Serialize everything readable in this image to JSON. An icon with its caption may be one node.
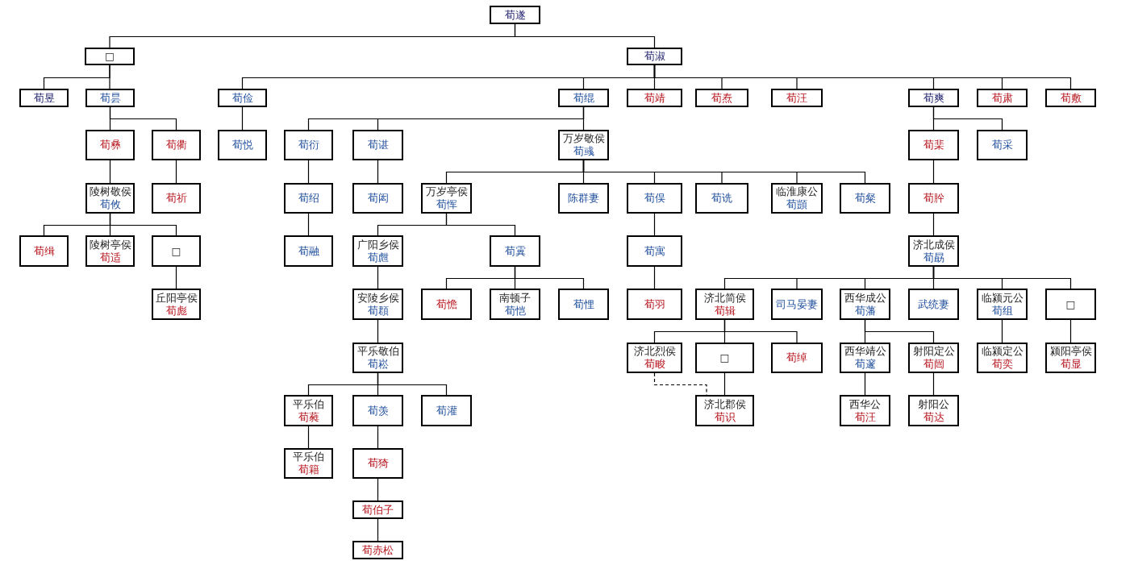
{
  "diagram": {
    "nodes": [
      {
        "text": [
          "荀遂"
        ]
      },
      {
        "text": [
          "□"
        ]
      },
      {
        "text": [
          "荀淑"
        ]
      },
      {
        "text": [
          "荀昱"
        ]
      },
      {
        "text": [
          "荀昙"
        ]
      },
      {
        "text": [
          "荀俭"
        ]
      },
      {
        "text": [
          "荀绲"
        ]
      },
      {
        "text": [
          "荀靖"
        ]
      },
      {
        "text": [
          "荀焘"
        ]
      },
      {
        "text": [
          "荀汪"
        ]
      },
      {
        "text": [
          "荀爽"
        ]
      },
      {
        "text": [
          "荀肃"
        ]
      },
      {
        "text": [
          "荀敷"
        ]
      },
      {
        "text": [
          "荀彝"
        ]
      },
      {
        "text": [
          "荀衢"
        ]
      },
      {
        "text": [
          "荀悦"
        ]
      },
      {
        "text": [
          "荀衍"
        ]
      },
      {
        "text": [
          "荀谌"
        ]
      },
      {
        "text": [
          "万岁敬侯",
          "荀彧"
        ]
      },
      {
        "text": [
          "荀棐"
        ]
      },
      {
        "text": [
          "荀采"
        ]
      },
      {
        "text": [
          "陵树敬侯",
          "荀攸"
        ]
      },
      {
        "text": [
          "荀祈"
        ]
      },
      {
        "text": [
          "荀绍"
        ]
      },
      {
        "text": [
          "荀闳"
        ]
      },
      {
        "text": [
          "万岁亭侯",
          "荀恽"
        ]
      },
      {
        "text": [
          "陈群妻"
        ]
      },
      {
        "text": [
          "荀俣"
        ]
      },
      {
        "text": [
          "荀诜"
        ]
      },
      {
        "text": [
          "临淮康公",
          "荀顗"
        ]
      },
      {
        "text": [
          "荀粲"
        ]
      },
      {
        "text": [
          "荀肸"
        ]
      },
      {
        "text": [
          "荀缉"
        ]
      },
      {
        "text": [
          "陵树亭侯",
          "荀适"
        ]
      },
      {
        "text": [
          "□"
        ]
      },
      {
        "text": [
          "荀融"
        ]
      },
      {
        "text": [
          "广阳乡侯",
          "荀甝"
        ]
      },
      {
        "text": [
          "荀霬"
        ]
      },
      {
        "text": [
          "荀寓"
        ]
      },
      {
        "text": [
          "济北成侯",
          "荀勗"
        ]
      },
      {
        "text": [
          "丘阳亭侯",
          "荀彪"
        ]
      },
      {
        "text": [
          "安陵乡侯",
          "荀頵"
        ]
      },
      {
        "text": [
          "荀憺"
        ]
      },
      {
        "text": [
          "南顿子",
          "荀恺"
        ]
      },
      {
        "text": [
          "荀悝"
        ]
      },
      {
        "text": [
          "荀羽"
        ]
      },
      {
        "text": [
          "济北简侯",
          "荀辑"
        ]
      },
      {
        "text": [
          "司马晏妻"
        ]
      },
      {
        "text": [
          "西华成公",
          "荀藩"
        ]
      },
      {
        "text": [
          "武统妻"
        ]
      },
      {
        "text": [
          "临颍元公",
          "荀组"
        ]
      },
      {
        "text": [
          "□"
        ]
      },
      {
        "text": [
          "平乐敬伯",
          "荀崧"
        ]
      },
      {
        "text": [
          "济北烈侯",
          "荀畯"
        ]
      },
      {
        "text": [
          "□"
        ]
      },
      {
        "text": [
          "荀绰"
        ]
      },
      {
        "text": [
          "西华靖公",
          "荀邃"
        ]
      },
      {
        "text": [
          "射阳定公",
          "荀闿"
        ]
      },
      {
        "text": [
          "临颍定公",
          "荀奕"
        ]
      },
      {
        "text": [
          "颍阳亭侯",
          "荀显"
        ]
      },
      {
        "text": [
          "平乐伯",
          "荀蕤"
        ]
      },
      {
        "text": [
          "荀羡"
        ]
      },
      {
        "text": [
          "荀灌"
        ]
      },
      {
        "text": [
          "济北郡侯",
          "荀识"
        ]
      },
      {
        "text": [
          "西华公",
          "荀汪"
        ]
      },
      {
        "text": [
          "射阳公",
          "荀达"
        ]
      },
      {
        "text": [
          "平乐伯",
          "荀籍"
        ]
      },
      {
        "text": [
          "荀猗"
        ]
      },
      {
        "text": [
          "荀伯子"
        ]
      },
      {
        "text": [
          "荀赤松"
        ]
      }
    ],
    "edges": [
      {
        "from": 0,
        "to": 1,
        "arrow": "none"
      },
      {
        "from": 0,
        "to": 2,
        "arrow": "none"
      },
      {
        "from": 1,
        "to": 3,
        "arrow": "none"
      },
      {
        "from": 1,
        "to": 4,
        "arrow": "none"
      },
      {
        "from": 2,
        "to": 5,
        "arrow": "none"
      },
      {
        "from": 2,
        "to": 6,
        "arrow": "none"
      },
      {
        "from": 2,
        "to": 7,
        "arrow": "none"
      },
      {
        "from": 2,
        "to": 8,
        "arrow": "none"
      },
      {
        "from": 2,
        "to": 9,
        "arrow": "none"
      },
      {
        "from": 2,
        "to": 10,
        "arrow": "none"
      },
      {
        "from": 2,
        "to": 11,
        "arrow": "none"
      },
      {
        "from": 2,
        "to": 12,
        "arrow": "none"
      },
      {
        "from": 4,
        "to": 13,
        "arrow": "none"
      },
      {
        "from": 4,
        "to": 14,
        "arrow": "none"
      },
      {
        "from": 5,
        "to": 15,
        "arrow": "none"
      },
      {
        "from": 6,
        "to": 16,
        "arrow": "none"
      },
      {
        "from": 6,
        "to": 17,
        "arrow": "none"
      },
      {
        "from": 6,
        "to": 18,
        "arrow": "none"
      },
      {
        "from": 10,
        "to": 19,
        "arrow": "none"
      },
      {
        "from": 10,
        "to": 20,
        "arrow": "none"
      },
      {
        "from": 13,
        "to": 21,
        "arrow": "none"
      },
      {
        "from": 14,
        "to": 22,
        "arrow": "none"
      },
      {
        "from": 16,
        "to": 23,
        "arrow": "none"
      },
      {
        "from": 17,
        "to": 24,
        "arrow": "none"
      },
      {
        "from": 18,
        "to": 25,
        "arrow": "none"
      },
      {
        "from": 18,
        "to": 26,
        "arrow": "none"
      },
      {
        "from": 18,
        "to": 27,
        "arrow": "none"
      },
      {
        "from": 18,
        "to": 28,
        "arrow": "none"
      },
      {
        "from": 18,
        "to": 29,
        "arrow": "none"
      },
      {
        "from": 18,
        "to": 30,
        "arrow": "none"
      },
      {
        "from": 19,
        "to": 31,
        "arrow": "none"
      },
      {
        "from": 21,
        "to": 32,
        "arrow": "none"
      },
      {
        "from": 21,
        "to": 33,
        "arrow": "none"
      },
      {
        "from": 21,
        "to": 34,
        "arrow": "none"
      },
      {
        "from": 23,
        "to": 35,
        "arrow": "none"
      },
      {
        "from": 25,
        "to": 36,
        "arrow": "none"
      },
      {
        "from": 25,
        "to": 37,
        "arrow": "none"
      },
      {
        "from": 27,
        "to": 38,
        "arrow": "none"
      },
      {
        "from": 31,
        "to": 39,
        "arrow": "none"
      },
      {
        "from": 34,
        "to": 40,
        "arrow": "none"
      },
      {
        "from": 36,
        "to": 41,
        "arrow": "none"
      },
      {
        "from": 37,
        "to": 42,
        "arrow": "none"
      },
      {
        "from": 37,
        "to": 43,
        "arrow": "none"
      },
      {
        "from": 37,
        "to": 44,
        "arrow": "none"
      },
      {
        "from": 38,
        "to": 45,
        "arrow": "none"
      },
      {
        "from": 39,
        "to": 46,
        "arrow": "none"
      },
      {
        "from": 39,
        "to": 47,
        "arrow": "none"
      },
      {
        "from": 39,
        "to": 48,
        "arrow": "none"
      },
      {
        "from": 39,
        "to": 49,
        "arrow": "none"
      },
      {
        "from": 39,
        "to": 50,
        "arrow": "none"
      },
      {
        "from": 39,
        "to": 51,
        "arrow": "none"
      },
      {
        "from": 41,
        "to": 52,
        "arrow": "none"
      },
      {
        "from": 46,
        "to": 53,
        "arrow": "none"
      },
      {
        "from": 46,
        "to": 54,
        "arrow": "none"
      },
      {
        "from": 46,
        "to": 55,
        "arrow": "none"
      },
      {
        "from": 48,
        "to": 56,
        "arrow": "none"
      },
      {
        "from": 48,
        "to": 57,
        "arrow": "none"
      },
      {
        "from": 50,
        "to": 58,
        "arrow": "none"
      },
      {
        "from": 51,
        "to": 59,
        "arrow": "none"
      },
      {
        "from": 52,
        "to": 60,
        "arrow": "none"
      },
      {
        "from": 52,
        "to": 61,
        "arrow": "none"
      },
      {
        "from": 52,
        "to": 62,
        "arrow": "none"
      },
      {
        "from": 54,
        "to": 63,
        "arrow": "none"
      },
      {
        "from": 53,
        "to": 63,
        "arrow": "none",
        "style": "dashed"
      },
      {
        "from": 56,
        "to": 64,
        "arrow": "none"
      },
      {
        "from": 57,
        "to": 65,
        "arrow": "none"
      },
      {
        "from": 60,
        "to": 66,
        "arrow": "none"
      },
      {
        "from": 61,
        "to": 67,
        "arrow": "none"
      },
      {
        "from": 67,
        "to": 68,
        "arrow": "none"
      },
      {
        "from": 68,
        "to": 69,
        "arrow": "none"
      }
    ]
  }
}
